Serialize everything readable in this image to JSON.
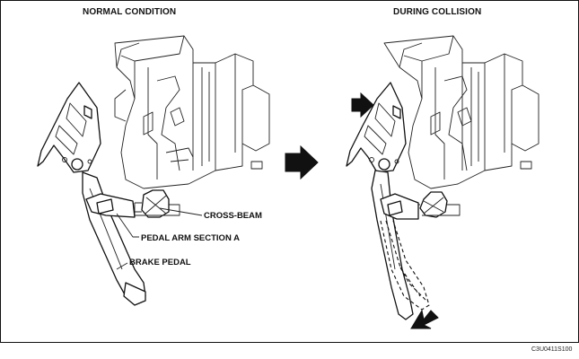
{
  "labels": {
    "normal_title": "NORMAL CONDITION",
    "collision_title": "DURING COLLISION",
    "cross_beam": "CROSS-BEAM",
    "pedal_arm_section": "PEDAL ARM SECTION A",
    "brake_pedal": "BRAKE PEDAL",
    "figure_code": "C3U0411S100"
  },
  "icons": {
    "transition_arrow": "arrow-right-icon",
    "impact_arrow": "arrow-right-icon",
    "pedal_motion_arrow": "arrow-down-left-icon"
  },
  "colors": {
    "line": "#111111",
    "background": "#ffffff"
  }
}
